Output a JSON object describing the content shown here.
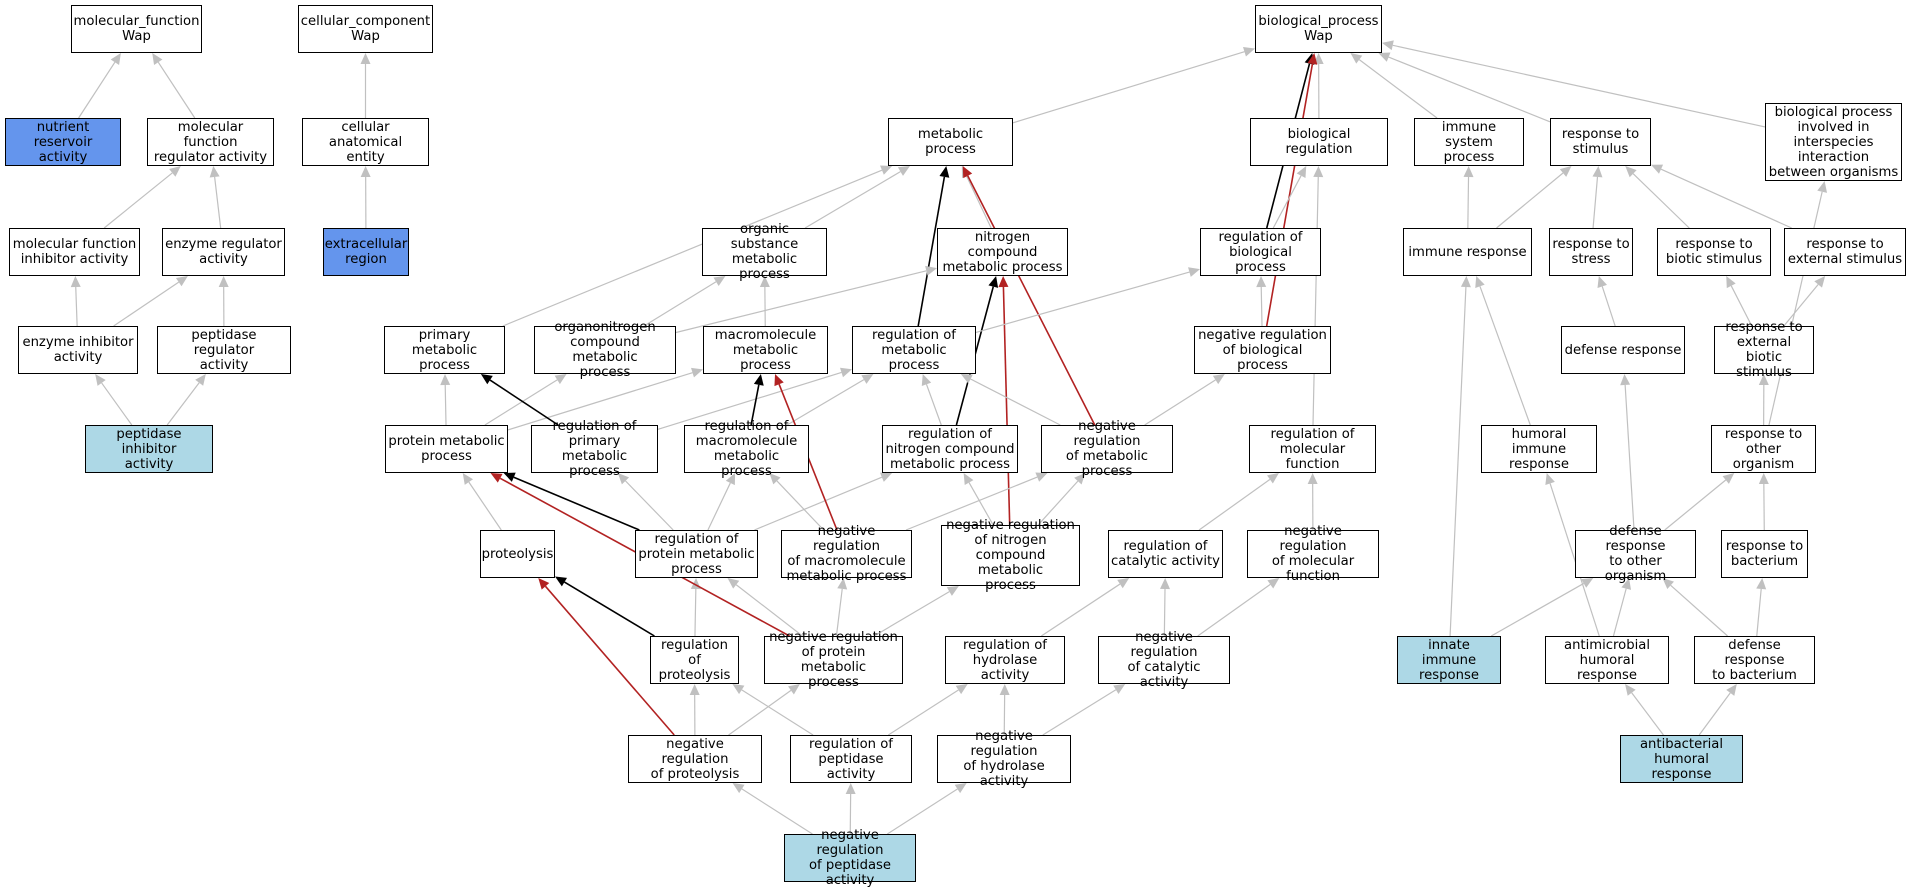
{
  "colors": {
    "grey_edge": "#c0c0c0",
    "black_edge": "#000000",
    "red_edge": "#b22222",
    "light_fill": "#add8e6",
    "blue_fill": "#6495ed"
  },
  "nodes": {
    "mf": {
      "label": "molecular_function\nWap",
      "style": "plain"
    },
    "cc": {
      "label": "cellular_component\nWap",
      "style": "plain"
    },
    "bp": {
      "label": "biological_process\nWap",
      "style": "plain"
    },
    "nra": {
      "label": "nutrient reservoir\nactivity",
      "style": "blue"
    },
    "mfra": {
      "label": "molecular function\nregulator activity",
      "style": "plain"
    },
    "cae": {
      "label": "cellular anatomical\nentity",
      "style": "plain"
    },
    "mp": {
      "label": "metabolic process",
      "style": "plain"
    },
    "br": {
      "label": "biological regulation",
      "style": "plain"
    },
    "isp": {
      "label": "immune system\nprocess",
      "style": "plain"
    },
    "rts": {
      "label": "response to\nstimulus",
      "style": "plain"
    },
    "bpii": {
      "label": "biological process\ninvolved in\ninterspecies\ninteraction\nbetween organisms",
      "style": "plain"
    },
    "mfia": {
      "label": "molecular function\ninhibitor activity",
      "style": "plain"
    },
    "era": {
      "label": "enzyme regulator\nactivity",
      "style": "plain"
    },
    "ecr": {
      "label": "extracellular\nregion",
      "style": "blue"
    },
    "osmp": {
      "label": "organic substance\nmetabolic process",
      "style": "plain"
    },
    "ncmp": {
      "label": "nitrogen compound\nmetabolic process",
      "style": "plain"
    },
    "rbp": {
      "label": "regulation of\nbiological process",
      "style": "plain"
    },
    "ir": {
      "label": "immune response",
      "style": "plain"
    },
    "rtstress": {
      "label": "response to\nstress",
      "style": "plain"
    },
    "rtbs": {
      "label": "response to\nbiotic stimulus",
      "style": "plain"
    },
    "rtes": {
      "label": "response to\nexternal stimulus",
      "style": "plain"
    },
    "eia": {
      "label": "enzyme inhibitor\nactivity",
      "style": "plain"
    },
    "pra": {
      "label": "peptidase regulator\nactivity",
      "style": "plain"
    },
    "pmp": {
      "label": "primary metabolic\nprocess",
      "style": "plain"
    },
    "ocmp": {
      "label": "organonitrogen\ncompound metabolic\nprocess",
      "style": "plain"
    },
    "mmp": {
      "label": "macromolecule\nmetabolic process",
      "style": "plain"
    },
    "rmp": {
      "label": "regulation of\nmetabolic process",
      "style": "plain"
    },
    "nrbp": {
      "label": "negative regulation\nof biological\nprocess",
      "style": "plain"
    },
    "dr": {
      "label": "defense response",
      "style": "plain"
    },
    "rtebs": {
      "label": "response to\nexternal biotic\nstimulus",
      "style": "plain"
    },
    "pia": {
      "label": "peptidase inhibitor\nactivity",
      "style": "light"
    },
    "protmp": {
      "label": "protein metabolic\nprocess",
      "style": "plain"
    },
    "rpmp": {
      "label": "regulation of\nprimary metabolic\nprocess",
      "style": "plain"
    },
    "rmacmp": {
      "label": "regulation of\nmacromolecule\nmetabolic process",
      "style": "plain"
    },
    "rncmp": {
      "label": "regulation of\nnitrogen compound\nmetabolic process",
      "style": "plain"
    },
    "nrmp": {
      "label": "negative regulation\nof metabolic\nprocess",
      "style": "plain"
    },
    "rmf": {
      "label": "regulation of\nmolecular function",
      "style": "plain"
    },
    "hir": {
      "label": "humoral immune\nresponse",
      "style": "plain"
    },
    "rtoo": {
      "label": "response to\nother organism",
      "style": "plain"
    },
    "prot": {
      "label": "proteolysis",
      "style": "plain"
    },
    "rprotmp": {
      "label": "regulation of\nprotein metabolic\nprocess",
      "style": "plain"
    },
    "nrmacmp": {
      "label": "negative regulation\nof macromolecule\nmetabolic process",
      "style": "plain"
    },
    "nrncmp": {
      "label": "negative regulation\nof nitrogen\ncompound metabolic\nprocess",
      "style": "plain"
    },
    "rca": {
      "label": "regulation of\ncatalytic activity",
      "style": "plain"
    },
    "nrmf": {
      "label": "negative regulation\nof molecular\nfunction",
      "style": "plain"
    },
    "drtoo": {
      "label": "defense response\nto other organism",
      "style": "plain"
    },
    "rtb": {
      "label": "response to\nbacterium",
      "style": "plain"
    },
    "rprot": {
      "label": "regulation of\nproteolysis",
      "style": "plain"
    },
    "nrprotmp": {
      "label": "negative regulation\nof protein metabolic\nprocess",
      "style": "plain"
    },
    "rha": {
      "label": "regulation of\nhydrolase activity",
      "style": "plain"
    },
    "nrca": {
      "label": "negative regulation\nof catalytic\nactivity",
      "style": "plain"
    },
    "iir": {
      "label": "innate immune\nresponse",
      "style": "light"
    },
    "ahr": {
      "label": "antimicrobial\nhumoral response",
      "style": "plain"
    },
    "drtb": {
      "label": "defense response\nto bacterium",
      "style": "plain"
    },
    "nrprot": {
      "label": "negative regulation\nof proteolysis",
      "style": "plain"
    },
    "rpa": {
      "label": "regulation of\npeptidase activity",
      "style": "plain"
    },
    "nrha": {
      "label": "negative regulation\nof hydrolase\nactivity",
      "style": "plain"
    },
    "abhr": {
      "label": "antibacterial\nhumoral response",
      "style": "light"
    },
    "nrpa": {
      "label": "negative regulation\nof peptidase\nactivity",
      "style": "light"
    }
  },
  "edges": [
    {
      "from": "nra",
      "to": "mf",
      "kind": "is_a"
    },
    {
      "from": "mfra",
      "to": "mf",
      "kind": "is_a"
    },
    {
      "from": "mfia",
      "to": "mfra",
      "kind": "is_a"
    },
    {
      "from": "era",
      "to": "mfra",
      "kind": "is_a"
    },
    {
      "from": "eia",
      "to": "mfia",
      "kind": "is_a"
    },
    {
      "from": "eia",
      "to": "era",
      "kind": "is_a"
    },
    {
      "from": "pra",
      "to": "era",
      "kind": "is_a"
    },
    {
      "from": "pia",
      "to": "eia",
      "kind": "is_a"
    },
    {
      "from": "pia",
      "to": "pra",
      "kind": "is_a"
    },
    {
      "from": "cae",
      "to": "cc",
      "kind": "is_a"
    },
    {
      "from": "ecr",
      "to": "cae",
      "kind": "is_a"
    },
    {
      "from": "mp",
      "to": "bp",
      "kind": "is_a"
    },
    {
      "from": "br",
      "to": "bp",
      "kind": "is_a"
    },
    {
      "from": "isp",
      "to": "bp",
      "kind": "is_a"
    },
    {
      "from": "rts",
      "to": "bp",
      "kind": "is_a"
    },
    {
      "from": "bpii",
      "to": "bp",
      "kind": "is_a"
    },
    {
      "from": "rbp",
      "to": "bp",
      "kind": "regulates"
    },
    {
      "from": "nrbp",
      "to": "bp",
      "kind": "negatively_regulates"
    },
    {
      "from": "osmp",
      "to": "mp",
      "kind": "is_a"
    },
    {
      "from": "ncmp",
      "to": "mp",
      "kind": "is_a"
    },
    {
      "from": "pmp",
      "to": "mp",
      "kind": "is_a"
    },
    {
      "from": "rmp",
      "to": "mp",
      "kind": "regulates"
    },
    {
      "from": "nrmp",
      "to": "mp",
      "kind": "negatively_regulates"
    },
    {
      "from": "ocmp",
      "to": "osmp",
      "kind": "is_a"
    },
    {
      "from": "ocmp",
      "to": "ncmp",
      "kind": "is_a"
    },
    {
      "from": "mmp",
      "to": "osmp",
      "kind": "is_a"
    },
    {
      "from": "rncmp",
      "to": "ncmp",
      "kind": "regulates"
    },
    {
      "from": "nrncmp",
      "to": "ncmp",
      "kind": "negatively_regulates"
    },
    {
      "from": "rbp",
      "to": "br",
      "kind": "is_a"
    },
    {
      "from": "rmp",
      "to": "rbp",
      "kind": "is_a"
    },
    {
      "from": "nrbp",
      "to": "rbp",
      "kind": "is_a"
    },
    {
      "from": "rmf",
      "to": "br",
      "kind": "is_a"
    },
    {
      "from": "ir",
      "to": "isp",
      "kind": "is_a"
    },
    {
      "from": "ir",
      "to": "rts",
      "kind": "is_a"
    },
    {
      "from": "rtstress",
      "to": "rts",
      "kind": "is_a"
    },
    {
      "from": "rtbs",
      "to": "rts",
      "kind": "is_a"
    },
    {
      "from": "rtes",
      "to": "rts",
      "kind": "is_a"
    },
    {
      "from": "dr",
      "to": "rtstress",
      "kind": "is_a"
    },
    {
      "from": "rtebs",
      "to": "rtbs",
      "kind": "is_a"
    },
    {
      "from": "rtebs",
      "to": "rtes",
      "kind": "is_a"
    },
    {
      "from": "rtoo",
      "to": "rtebs",
      "kind": "is_a"
    },
    {
      "from": "rtoo",
      "to": "bpii",
      "kind": "is_a"
    },
    {
      "from": "protmp",
      "to": "pmp",
      "kind": "is_a"
    },
    {
      "from": "protmp",
      "to": "ocmp",
      "kind": "is_a"
    },
    {
      "from": "protmp",
      "to": "mmp",
      "kind": "is_a"
    },
    {
      "from": "rpmp",
      "to": "pmp",
      "kind": "regulates"
    },
    {
      "from": "rpmp",
      "to": "rmp",
      "kind": "is_a"
    },
    {
      "from": "rmacmp",
      "to": "mmp",
      "kind": "regulates"
    },
    {
      "from": "rmacmp",
      "to": "rmp",
      "kind": "is_a"
    },
    {
      "from": "rncmp",
      "to": "rmp",
      "kind": "is_a"
    },
    {
      "from": "nrmp",
      "to": "rmp",
      "kind": "is_a"
    },
    {
      "from": "nrmp",
      "to": "nrbp",
      "kind": "is_a"
    },
    {
      "from": "prot",
      "to": "protmp",
      "kind": "is_a"
    },
    {
      "from": "rprotmp",
      "to": "protmp",
      "kind": "regulates"
    },
    {
      "from": "rprotmp",
      "to": "rpmp",
      "kind": "is_a"
    },
    {
      "from": "rprotmp",
      "to": "rmacmp",
      "kind": "is_a"
    },
    {
      "from": "rprotmp",
      "to": "rncmp",
      "kind": "is_a"
    },
    {
      "from": "nrmacmp",
      "to": "mmp",
      "kind": "negatively_regulates"
    },
    {
      "from": "nrmacmp",
      "to": "rmacmp",
      "kind": "is_a"
    },
    {
      "from": "nrmacmp",
      "to": "nrmp",
      "kind": "is_a"
    },
    {
      "from": "nrncmp",
      "to": "rncmp",
      "kind": "is_a"
    },
    {
      "from": "nrncmp",
      "to": "nrmp",
      "kind": "is_a"
    },
    {
      "from": "rca",
      "to": "rmf",
      "kind": "is_a"
    },
    {
      "from": "nrmf",
      "to": "rmf",
      "kind": "is_a"
    },
    {
      "from": "hir",
      "to": "ir",
      "kind": "is_a"
    },
    {
      "from": "drtoo",
      "to": "dr",
      "kind": "is_a"
    },
    {
      "from": "drtoo",
      "to": "rtoo",
      "kind": "is_a"
    },
    {
      "from": "rtb",
      "to": "rtoo",
      "kind": "is_a"
    },
    {
      "from": "rprot",
      "to": "prot",
      "kind": "regulates"
    },
    {
      "from": "rprot",
      "to": "rprotmp",
      "kind": "is_a"
    },
    {
      "from": "nrprotmp",
      "to": "protmp",
      "kind": "negatively_regulates"
    },
    {
      "from": "nrprotmp",
      "to": "rprotmp",
      "kind": "is_a"
    },
    {
      "from": "nrprotmp",
      "to": "nrmacmp",
      "kind": "is_a"
    },
    {
      "from": "nrprotmp",
      "to": "nrncmp",
      "kind": "is_a"
    },
    {
      "from": "rha",
      "to": "rca",
      "kind": "is_a"
    },
    {
      "from": "nrca",
      "to": "rca",
      "kind": "is_a"
    },
    {
      "from": "nrca",
      "to": "nrmf",
      "kind": "is_a"
    },
    {
      "from": "iir",
      "to": "ir",
      "kind": "is_a"
    },
    {
      "from": "iir",
      "to": "drtoo",
      "kind": "is_a"
    },
    {
      "from": "ahr",
      "to": "hir",
      "kind": "is_a"
    },
    {
      "from": "ahr",
      "to": "drtoo",
      "kind": "is_a"
    },
    {
      "from": "drtb",
      "to": "drtoo",
      "kind": "is_a"
    },
    {
      "from": "drtb",
      "to": "rtb",
      "kind": "is_a"
    },
    {
      "from": "abhr",
      "to": "ahr",
      "kind": "is_a"
    },
    {
      "from": "abhr",
      "to": "drtb",
      "kind": "is_a"
    },
    {
      "from": "nrprot",
      "to": "prot",
      "kind": "negatively_regulates"
    },
    {
      "from": "nrprot",
      "to": "rprot",
      "kind": "is_a"
    },
    {
      "from": "nrprot",
      "to": "nrprotmp",
      "kind": "is_a"
    },
    {
      "from": "rpa",
      "to": "rprot",
      "kind": "is_a"
    },
    {
      "from": "rpa",
      "to": "rha",
      "kind": "is_a"
    },
    {
      "from": "nrha",
      "to": "rha",
      "kind": "is_a"
    },
    {
      "from": "nrha",
      "to": "nrca",
      "kind": "is_a"
    },
    {
      "from": "nrpa",
      "to": "nrprot",
      "kind": "is_a"
    },
    {
      "from": "nrpa",
      "to": "rpa",
      "kind": "is_a"
    },
    {
      "from": "nrpa",
      "to": "nrha",
      "kind": "is_a"
    }
  ]
}
